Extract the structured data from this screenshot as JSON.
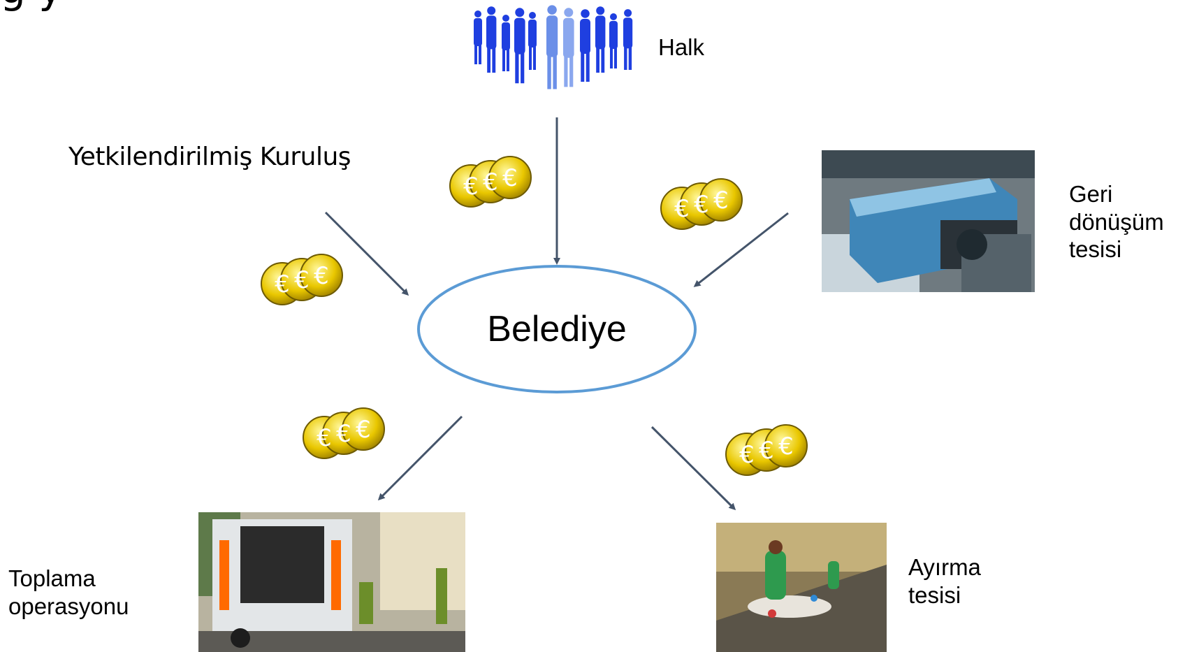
{
  "diagram": {
    "partial_title": "g y",
    "center_node": "Belediye",
    "nodes": {
      "halk": "Halk",
      "yetkili": "Yetkilendirilmiş Kuruluş",
      "geri_donusum": "Geri\ndönüşüm\ntesisi",
      "toplama": "Toplama\noperasyonu",
      "ayirma": "Ayırma\ntesisi"
    },
    "coin_symbol": "€",
    "colors": {
      "arrow": "#44546a",
      "ellipse": "#5b9bd5",
      "coin_gold": "#e9c700",
      "people_blue": "#1f3fe0"
    }
  }
}
